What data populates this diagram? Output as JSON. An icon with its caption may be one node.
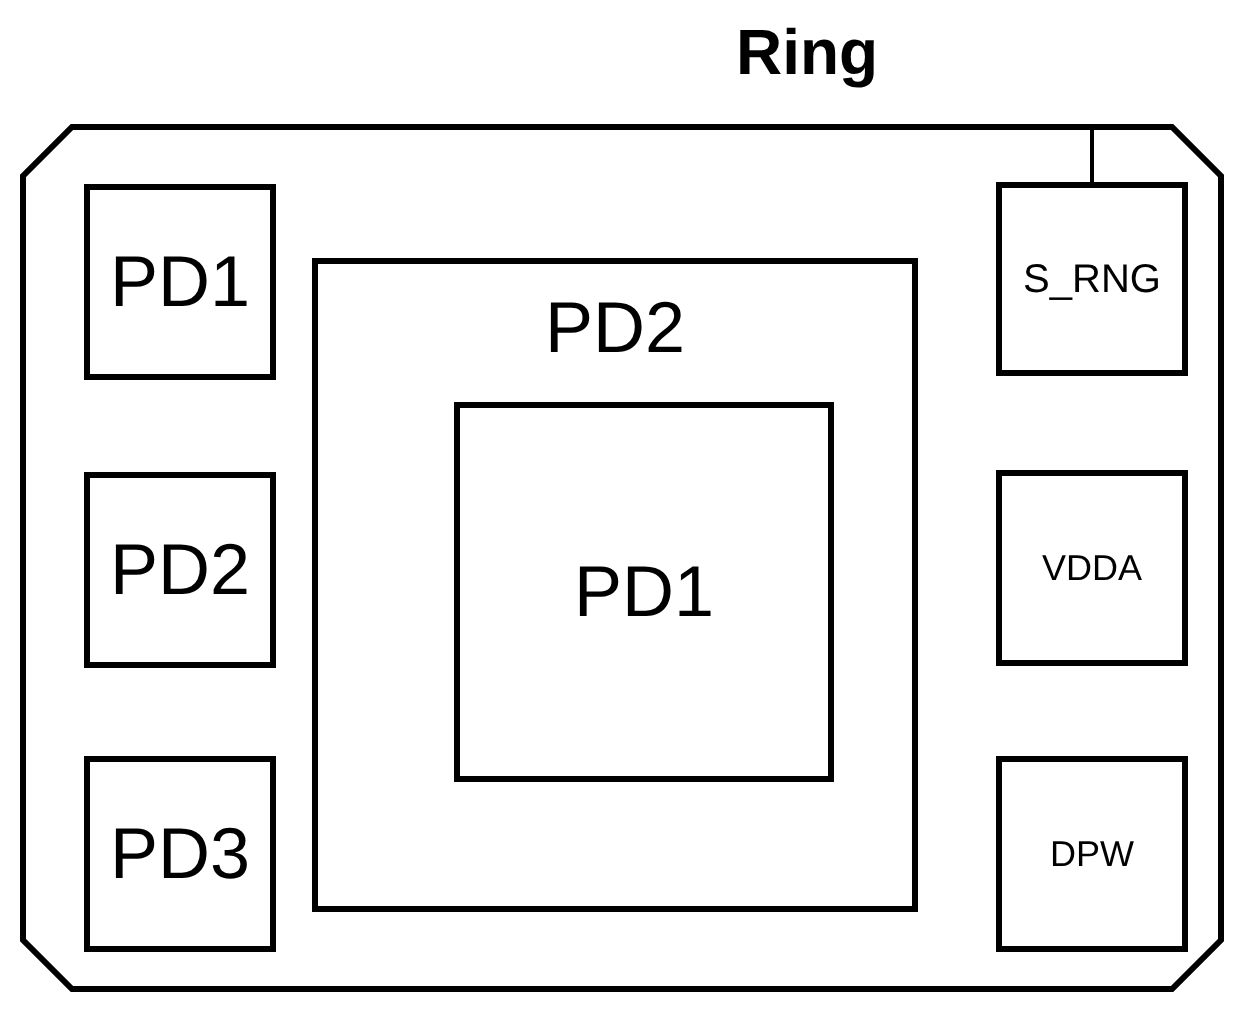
{
  "diagram": {
    "title": "Ring",
    "nodes": [
      {
        "text": [],
        "shape": "octagon"
      },
      {
        "text": [
          "PD1"
        ],
        "in": 0
      },
      {
        "text": [
          "PD2"
        ],
        "in": 0
      },
      {
        "text": [
          "PD3"
        ],
        "in": 0
      },
      {
        "text": [
          "PD2"
        ],
        "in": 0
      },
      {
        "text": [
          "PD1"
        ],
        "in": 4
      },
      {
        "text": [
          "S_RNG"
        ],
        "in": 0
      },
      {
        "text": [
          "VDDA"
        ],
        "in": 0
      },
      {
        "text": [
          "DPW"
        ],
        "in": 0
      }
    ],
    "edges": [
      {
        "from": 0,
        "to": 6,
        "arrow": "none"
      }
    ]
  }
}
